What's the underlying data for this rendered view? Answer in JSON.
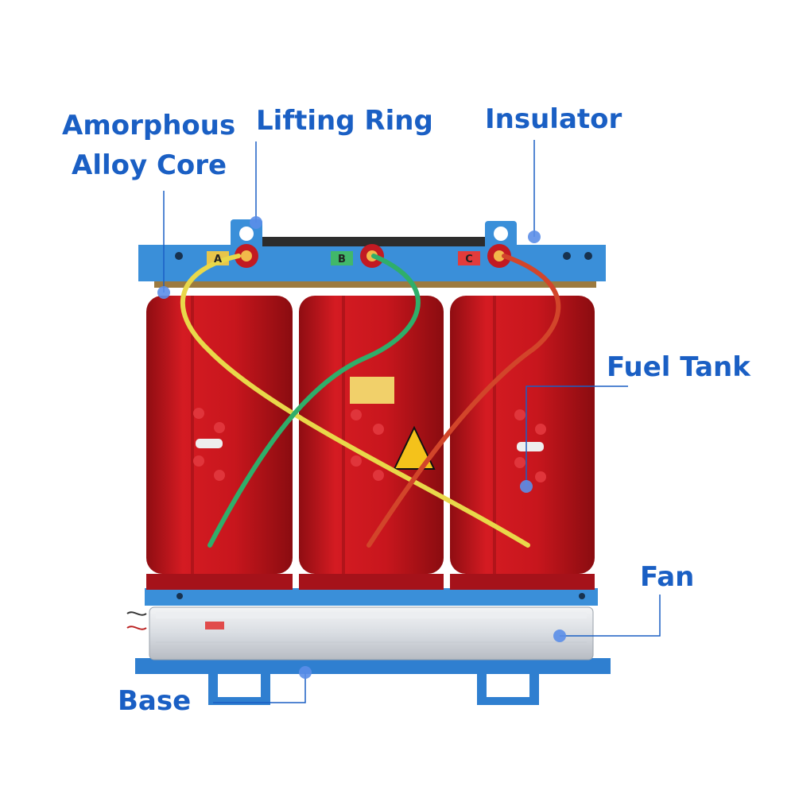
{
  "labels": {
    "amorphous_line1": "Amorphous",
    "amorphous_line2": "Alloy Core",
    "lifting_ring": "Lifting Ring",
    "insulator": "Insulator",
    "fuel_tank": "Fuel Tank",
    "fan": "Fan",
    "base": "Base"
  },
  "phases": [
    "A",
    "B",
    "C"
  ],
  "colors": {
    "label_text": "#1a5fc4",
    "leader_line": "#1a5fc4",
    "frame_blue": "#3a8fd9",
    "coil_red": "#c8161d",
    "phase_a_cable": "#e9d84a",
    "phase_b_cable": "#2fae6a",
    "phase_c_cable": "#d2452a",
    "fan_housing": "#d9dde2"
  }
}
